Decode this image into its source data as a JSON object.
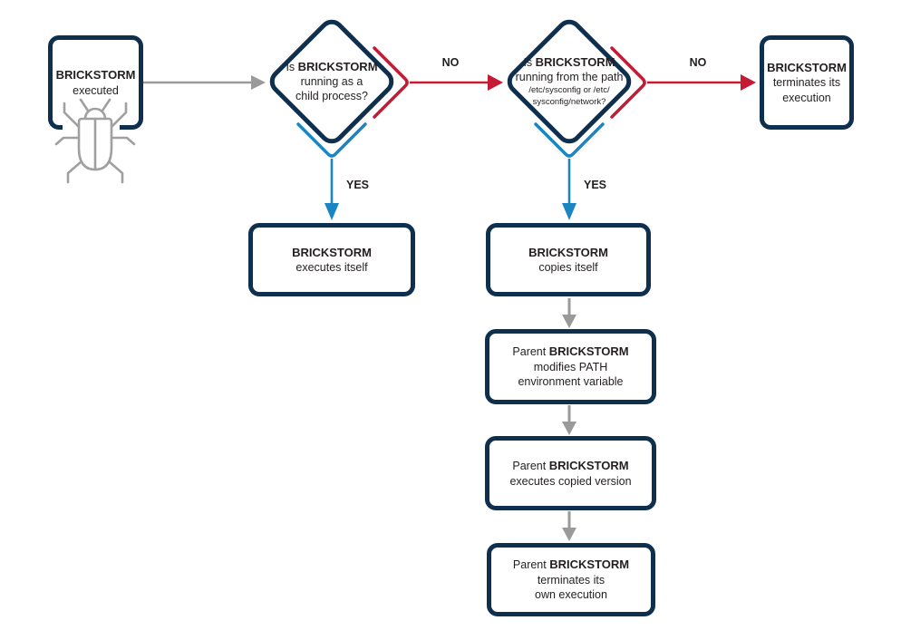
{
  "palette": {
    "navy": "#0f2f4f",
    "red": "#c41a33",
    "blue": "#1b85c4",
    "gray": "#9a9a9a",
    "bug_gray": "#a0a0a0",
    "ink": "#231f20",
    "bg": "#ffffff"
  },
  "icons": {
    "bug": "bug-icon"
  },
  "nodes": {
    "start": {
      "bold": "BRICKSTORM",
      "line2": "executed"
    },
    "decision_child": {
      "pre": "Is ",
      "bold": "BRICKSTORM",
      "line2": "running as a",
      "line3": "child process?"
    },
    "decision_path": {
      "pre": "Is ",
      "bold": "BRICKSTORM",
      "line2": "running from the path",
      "path1": "/etc/sysconfig or /etc/",
      "path2": "sysconfig/network?"
    },
    "terminates": {
      "bold": "BRICKSTORM",
      "line2": "terminates its",
      "line3": "execution"
    },
    "executes_itself": {
      "bold": "BRICKSTORM",
      "line2": "executes itself"
    },
    "copies_itself": {
      "bold": "BRICKSTORM",
      "line2": "copies itself"
    },
    "modifies_path": {
      "pre": "Parent ",
      "bold": "BRICKSTORM",
      "line2": "modifies PATH",
      "line3": "environment variable"
    },
    "executes_copy": {
      "pre": "Parent ",
      "bold": "BRICKSTORM",
      "line2": "executes copied version"
    },
    "terminates_own": {
      "pre": "Parent ",
      "bold": "BRICKSTORM",
      "line2": "terminates its",
      "line3": "own execution"
    }
  },
  "labels": {
    "no_1": "NO",
    "no_2": "NO",
    "yes_1": "YES",
    "yes_2": "YES"
  }
}
